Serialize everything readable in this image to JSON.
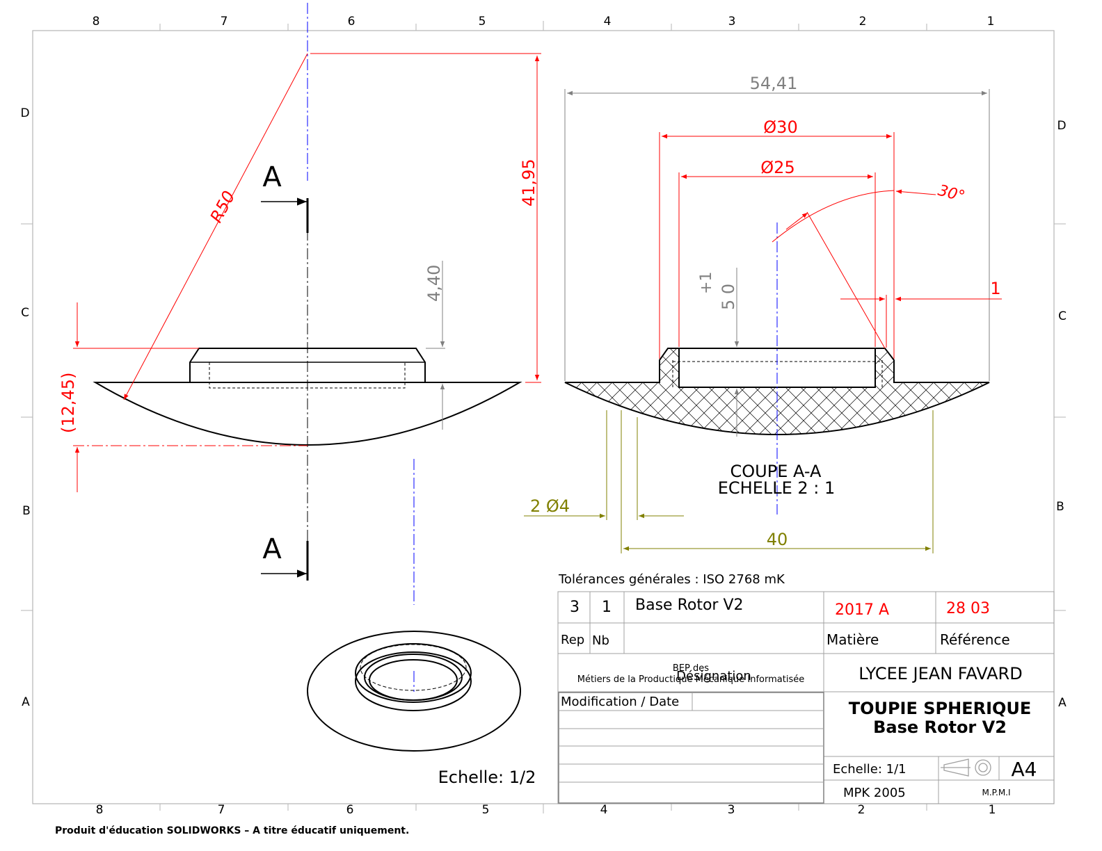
{
  "zones": {
    "cols_top": [
      "8",
      "7",
      "6",
      "5",
      "4",
      "3",
      "2",
      "1"
    ],
    "cols_bottom": [
      "8",
      "7",
      "6",
      "5",
      "4",
      "3",
      "2",
      "1"
    ],
    "rows_left": [
      "D",
      "C",
      "B",
      "A"
    ],
    "rows_right": [
      "D",
      "C",
      "B",
      "A"
    ]
  },
  "colors": {
    "dimension": "#ff0000",
    "reference": "#808080",
    "annotation": "#808000",
    "centerline": "#0000ff",
    "outline": "#000000"
  },
  "view_left": {
    "section_marker_top": "A",
    "section_marker_bottom": "A",
    "radius": "R50",
    "height": "41,95",
    "chamfer": "4,40",
    "depth": "(12,45)"
  },
  "view_section": {
    "width": "54,41",
    "dia_outer": "Ø30",
    "dia_inner": "Ø25",
    "angle": "30°",
    "offset": "1",
    "tol_plus": "+1",
    "tol_base": "5 0",
    "holes": "2 Ø4",
    "hole_spacing": "40",
    "title_1": "COUPE A-A",
    "title_2": "ECHELLE 2 : 1"
  },
  "view_iso": {
    "scale": "Echelle: 1/2"
  },
  "title_block": {
    "tolerances": "Tolérances générales : ISO 2768 mK",
    "rep_value": "3",
    "nb_value": "1",
    "part_name": "Base Rotor V2",
    "material_value": "2017 A",
    "reference_value": "28 03",
    "rep_label": "Rep",
    "nb_label": "Nb",
    "material_label": "Matière",
    "reference_label": "Référence",
    "school_line1": "BEP des",
    "school_line2": "Métiers de la Productique Mécanique Informatisée",
    "designation_label": "Désignation",
    "school_name": "LYCEE JEAN FAVARD",
    "modification_label": "Modification / Date",
    "project_title": "TOUPIE SPHERIQUE",
    "project_subtitle": "Base Rotor V2",
    "scale": "Echelle: 1/1",
    "format": "A4",
    "author": "MPK  2005",
    "org": "M.P.M.I"
  },
  "footer": "Produit d'éducation SOLIDWORKS – A titre éducatif uniquement."
}
